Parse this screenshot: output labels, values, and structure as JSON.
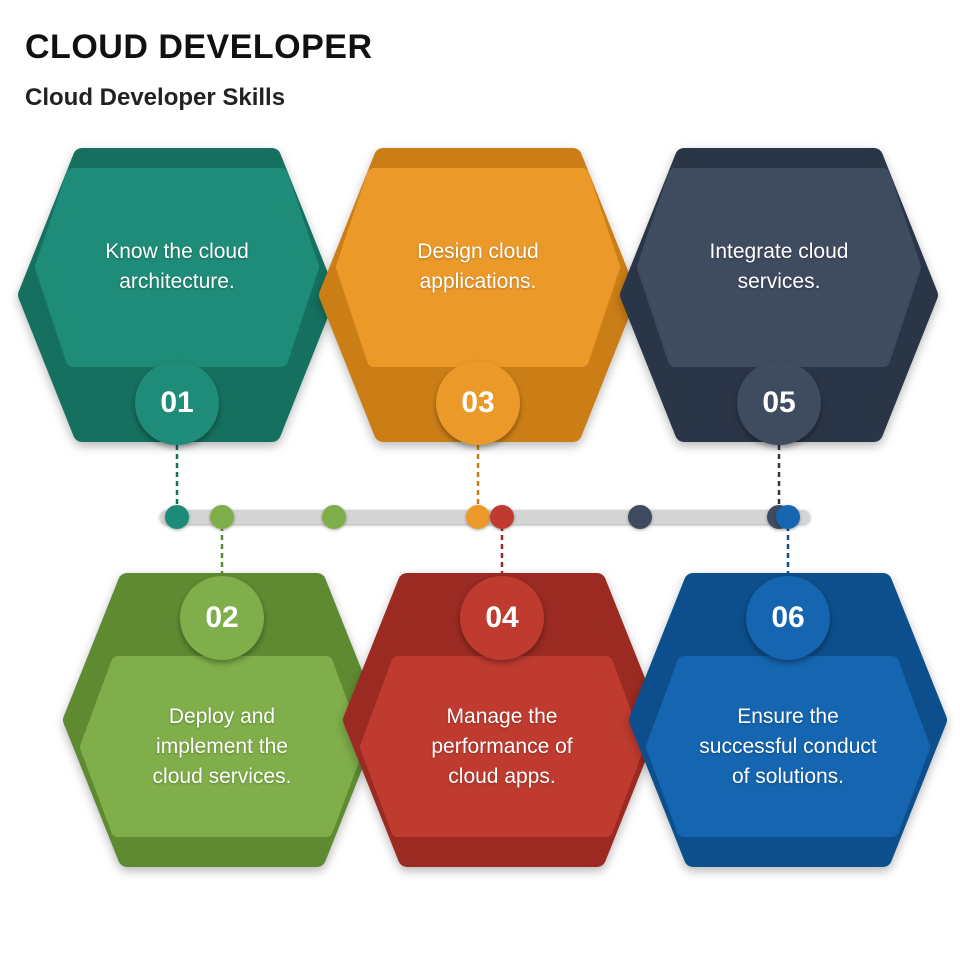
{
  "header": {
    "title": "CLOUD DEVELOPER",
    "subtitle": "Cloud Developer Skills"
  },
  "steps": [
    {
      "number": "01",
      "lines": [
        "Know the cloud",
        "architecture."
      ],
      "color": "#1e8c78",
      "dark": "#16705f",
      "row": "top"
    },
    {
      "number": "02",
      "lines": [
        "Deploy and",
        "implement the",
        "cloud services."
      ],
      "color": "#7fae4a",
      "dark": "#5f8a33",
      "row": "bottom"
    },
    {
      "number": "03",
      "lines": [
        "Design cloud",
        "applications."
      ],
      "color": "#eb9a2a",
      "dark": "#cc7e16",
      "row": "top"
    },
    {
      "number": "04",
      "lines": [
        "Manage the",
        "performance of",
        "cloud apps."
      ],
      "color": "#bf3b30",
      "dark": "#9a2a22",
      "row": "bottom"
    },
    {
      "number": "05",
      "lines": [
        "Integrate cloud",
        "services."
      ],
      "color": "#3f4b5f",
      "dark": "#2c3646",
      "row": "top"
    },
    {
      "number": "06",
      "lines": [
        "Ensure the",
        "successful conduct",
        "of solutions."
      ],
      "color": "#1565b0",
      "dark": "#0e4f8c",
      "row": "bottom"
    }
  ],
  "timeline": {
    "track_color": "#d4d4d4",
    "extra_dots": [
      "#7fae4a",
      "#3f4b5f"
    ]
  }
}
